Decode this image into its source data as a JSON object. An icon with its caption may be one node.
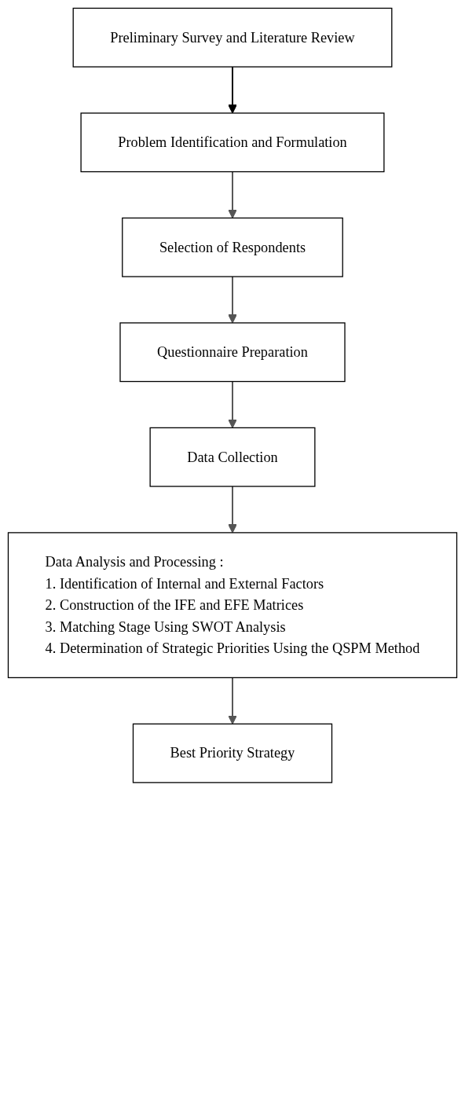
{
  "diagram": {
    "nodes": [
      {
        "text": [
          "Preliminary Survey and Literature Review"
        ]
      },
      {
        "text": [
          "Problem Identification and Formulation"
        ]
      },
      {
        "text": [
          "Selection of Respondents"
        ]
      },
      {
        "text": [
          "Questionnaire Preparation"
        ]
      },
      {
        "text": [
          "Data Collection"
        ]
      },
      {
        "text": [
          "Data Analysis and Processing :",
          "1. Identification of Internal and External Factors",
          "2. Construction of the IFE and EFE Matrices",
          "3. Matching Stage Using SWOT Analysis",
          "4. Determination of Strategic Priorities Using the QSPM Method"
        ]
      },
      {
        "text": [
          "Best Priority Strategy"
        ]
      }
    ],
    "edges": [
      {
        "from": 0,
        "to": 1,
        "arrow": "to",
        "color": "#000000"
      },
      {
        "from": 1,
        "to": 2,
        "arrow": "to"
      },
      {
        "from": 2,
        "to": 3,
        "arrow": "to"
      },
      {
        "from": 3,
        "to": 4,
        "arrow": "to"
      },
      {
        "from": 4,
        "to": 5,
        "arrow": "to"
      },
      {
        "from": 5,
        "to": 6,
        "arrow": "to"
      }
    ]
  }
}
